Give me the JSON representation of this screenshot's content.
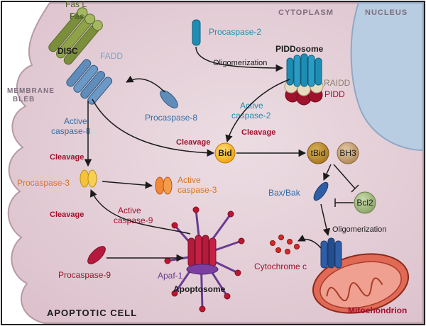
{
  "colors": {
    "cell_fill": "#e7d2d9",
    "membrane": "#b59aa6",
    "nucleus": "#b9cde2",
    "red_label": "#a0112c",
    "blue_label": "#2f6ea8",
    "teal_label": "#1e8db3",
    "orange_label": "#d9741e",
    "dark_label": "#1b1b1b"
  },
  "regions": {
    "cytoplasm": "CYTOPLASM",
    "nucleus": "NUCLEUS",
    "membrane_line1": "MEMBRANE",
    "membrane_line2": "BLEB",
    "cell": "APOPTOTIC CELL"
  },
  "molecules": {
    "fas_l": "Fas L",
    "fas": "Fas",
    "disc": "DISC",
    "fadd": "FADD",
    "procaspase_2": "Procaspase-2",
    "piddosome": "PIDDosome",
    "raidd": "RAIDD",
    "pidd": "PIDD",
    "procaspase_8": "Procaspase-8",
    "active_caspase_8_line1": "Active",
    "active_caspase_8_line2": "caspase-8",
    "active_caspase_2_line1": "Active",
    "active_caspase_2_line2": "caspase-2",
    "bid": "Bid",
    "tbid": "tBid",
    "bh3": "BH3",
    "procaspase_3": "Procaspase-3",
    "active_caspase_3_line1": "Active",
    "active_caspase_3_line2": "caspase-3",
    "active_caspase_9_line1": "Active",
    "active_caspase_9_line2": "caspase-9",
    "bax_bak": "Bax/Bak",
    "bcl2": "Bcl2",
    "procaspase_9": "Procaspase-9",
    "apaf_1": "Apaf-1",
    "apoptosome": "Apoptosome",
    "cytochrome_c": "Cytochrome c",
    "mitochondrion": "Mitochondrion"
  },
  "processes": {
    "oligomerization_top": "Oligomerization",
    "oligomerization_bottom": "Oligomerization",
    "cleavage_caspase2": "Cleavage",
    "cleavage_bid": "Cleavage",
    "cleavage_caspase3": "Cleavage",
    "cleavage_caspase9": "Cleavage"
  }
}
